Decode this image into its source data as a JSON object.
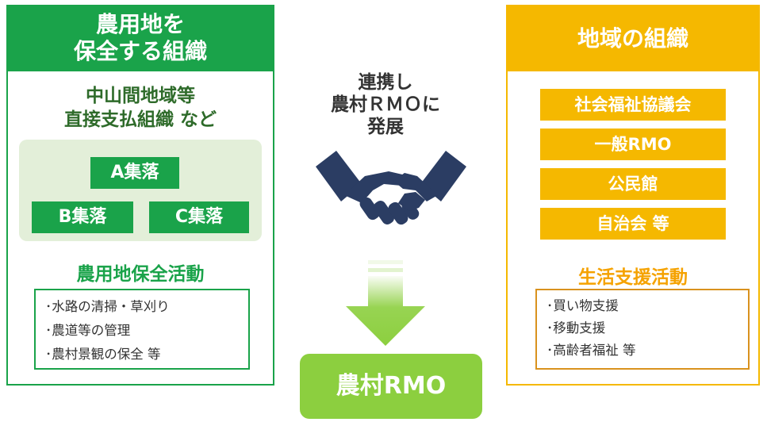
{
  "left": {
    "header_line1": "農用地を",
    "header_line2": "保全する組織",
    "title_line1": "中山間地域等",
    "title_line2": "直接支払組織 など",
    "hamlets": [
      "A集落",
      "B集落",
      "C集落"
    ],
    "activity_title": "農用地保全活動",
    "activities": [
      "･水路の清掃・草刈り",
      "･農道等の管理",
      "･農村景観の保全 等"
    ]
  },
  "center": {
    "caption_line1": "連携し",
    "caption_line2": "農村ＲＭＯに",
    "caption_line3": "発展",
    "handshake_icon": "handshake-icon",
    "arrow_icon": "down-arrow-icon",
    "result_label": "農村RMO"
  },
  "right": {
    "header": "地域の組織",
    "organizations": [
      "社会福祉協議会",
      "一般RMO",
      "公民館",
      "自治会 等"
    ],
    "activity_title": "生活支援活動",
    "activities": [
      "･買い物支援",
      "･移動支援",
      "･高齢者福祉 等"
    ]
  },
  "colors": {
    "green": "#1aa34a",
    "light_green": "#8ccf3f",
    "pale_green": "#e3efd9",
    "yellow": "#f5b800",
    "orange_text": "#f5a200",
    "navy": "#2b3d63"
  }
}
